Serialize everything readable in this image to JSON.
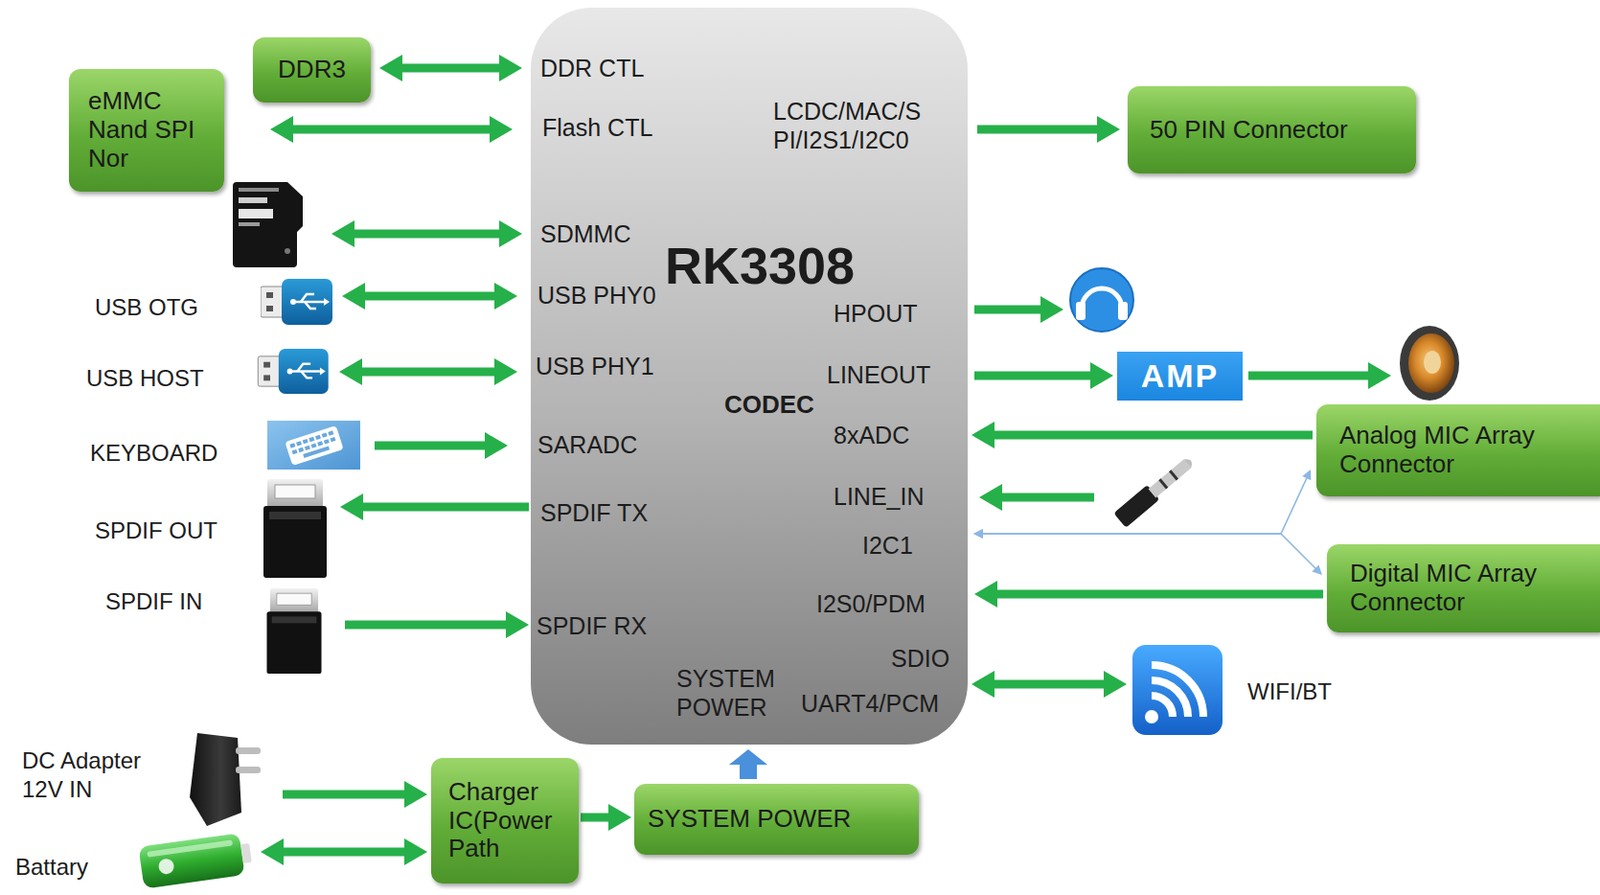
{
  "diagram": {
    "nodes": [
      {
        "text": [
          "DDR3"
        ]
      },
      {
        "text": [
          "eMMC Nand SPI Nor"
        ]
      },
      {
        "text": [
          "RK3308",
          "DDR CTL",
          "Flash CTL",
          "LCDC/MAC/S PI/I2S1/I2C0",
          "SDMMC",
          "USB PHY0",
          "HPOUT",
          "USB PHY1",
          "LINEOUT",
          "CODEC",
          "SARADC",
          "8xADC",
          "LINE_IN",
          "SPDIF TX",
          "I2C1",
          "I2S0/PDM",
          "SPDIF RX",
          "SDIO",
          "SYSTEM POWER",
          "UART4/PCM"
        ]
      },
      {
        "text": [
          "50 PIN Connector"
        ]
      },
      {
        "text": [
          "USB OTG"
        ]
      },
      {
        "text": [
          "USB HOST"
        ]
      },
      {
        "text": [
          "AMP"
        ]
      },
      {
        "text": [
          "KEYBOARD"
        ]
      },
      {
        "text": [
          "Analog MIC Array Connector"
        ]
      },
      {
        "text": [
          "SPDIF OUT"
        ]
      },
      {
        "text": [
          "Digital MIC Array Connector"
        ]
      },
      {
        "text": [
          "SPDIF IN"
        ]
      },
      {
        "text": [
          "WIFI/BT"
        ]
      },
      {
        "text": [
          "DC Adapter 12V IN"
        ]
      },
      {
        "text": [
          "Charger IC(Power Path"
        ]
      },
      {
        "text": [
          "SYSTEM POWER"
        ]
      },
      {
        "text": [
          "Battary"
        ]
      }
    ],
    "edges": [
      {
        "from": 0,
        "to": 2,
        "arrow": "both"
      },
      {
        "from": 1,
        "to": 2,
        "arrow": "both"
      },
      {
        "from": 4,
        "to": 2,
        "arrow": "both"
      },
      {
        "from": 5,
        "to": 2,
        "arrow": "both"
      },
      {
        "from": 7,
        "to": 2,
        "arrow": "to"
      },
      {
        "from": 2,
        "to": 9,
        "arrow": "to"
      },
      {
        "from": 11,
        "to": 2,
        "arrow": "to"
      },
      {
        "from": 2,
        "to": 3,
        "arrow": "to"
      },
      {
        "from": 2,
        "to": 6,
        "arrow": "to"
      },
      {
        "from": 8,
        "to": 2,
        "arrow": "to"
      },
      {
        "from": 2,
        "to": 8,
        "arrow": "both"
      },
      {
        "from": 2,
        "to": 10,
        "arrow": "both"
      },
      {
        "from": 10,
        "to": 2,
        "arrow": "to"
      },
      {
        "from": 2,
        "to": 12,
        "arrow": "both"
      },
      {
        "from": 13,
        "to": 14,
        "arrow": "to"
      },
      {
        "from": 16,
        "to": 14,
        "arrow": "both"
      },
      {
        "from": 14,
        "to": 15,
        "arrow": "to"
      },
      {
        "from": 15,
        "to": 2,
        "arrow": "to"
      }
    ]
  }
}
